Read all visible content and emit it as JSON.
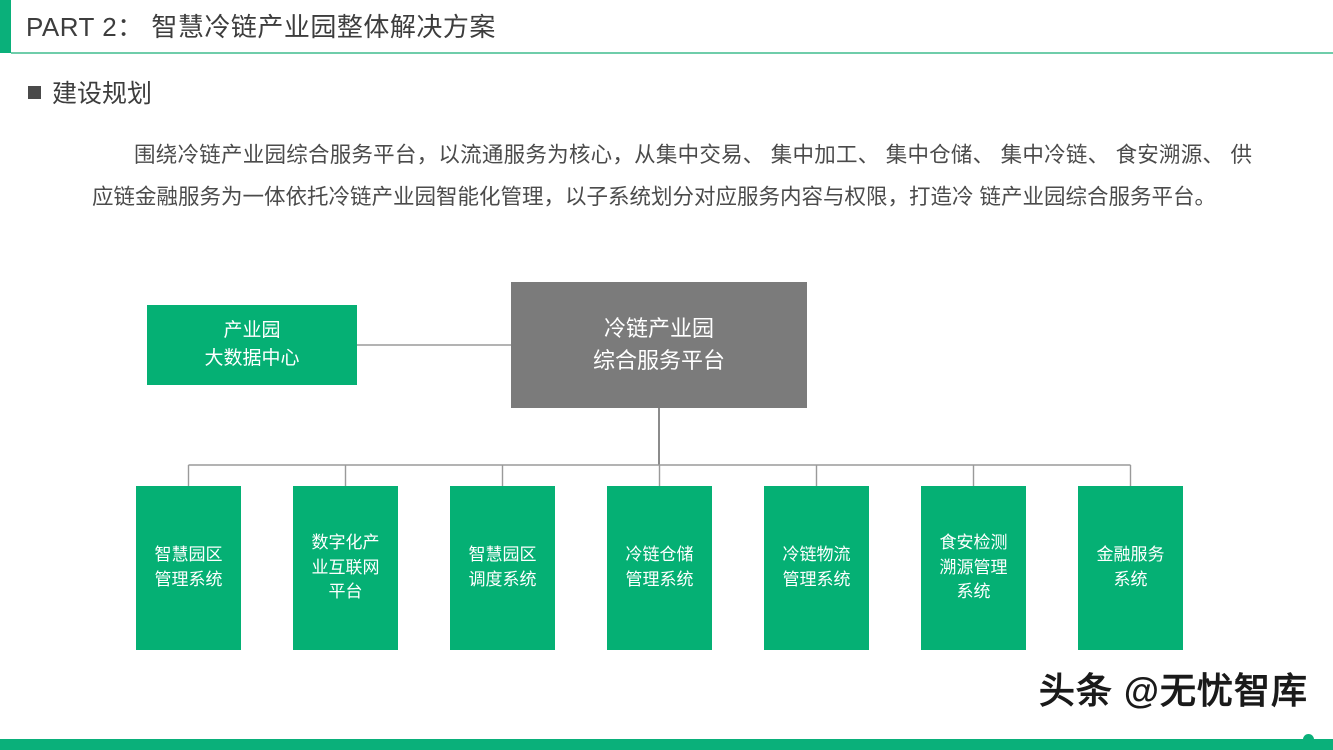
{
  "header": {
    "title": "PART 2： 智慧冷链产业园整体解决方案",
    "accent_color": "#0ab07a",
    "rule_color": "#6fcdaa"
  },
  "section": {
    "bullet_icon": "square-bullet-icon",
    "heading": "建设规划"
  },
  "body": {
    "paragraph": "围绕冷链产业园综合服务平台，以流通服务为核心，从集中交易、 集中加工、 集中仓储、 集中冷链、 食安溯源、 供应链金融服务为一体依托冷链产业园智能化管理，以子系统划分对应服务内容与权限，打造冷 链产业园综合服务平台。"
  },
  "diagram": {
    "green_color": "#05b074",
    "gray_color": "#7b7b7b",
    "connector_color": "#9a9a9a",
    "side_node": {
      "line1": "产业园",
      "line2": "大数据中心"
    },
    "root_node": {
      "line1": "冷链产业园",
      "line2": "综合服务平台"
    },
    "leaf_nodes": [
      {
        "lines": [
          "智慧园区",
          "管理系统"
        ]
      },
      {
        "lines": [
          "数字化产",
          "业互联网",
          "平台"
        ]
      },
      {
        "lines": [
          "智慧园区",
          "调度系统"
        ]
      },
      {
        "lines": [
          "冷链仓储",
          "管理系统"
        ]
      },
      {
        "lines": [
          "冷链物流",
          "管理系统"
        ]
      },
      {
        "lines": [
          "食安检测",
          "溯源管理",
          "系统"
        ]
      },
      {
        "lines": [
          "金融服务",
          "系统"
        ]
      }
    ]
  },
  "watermark": {
    "text": "头条 @无忧智库"
  }
}
